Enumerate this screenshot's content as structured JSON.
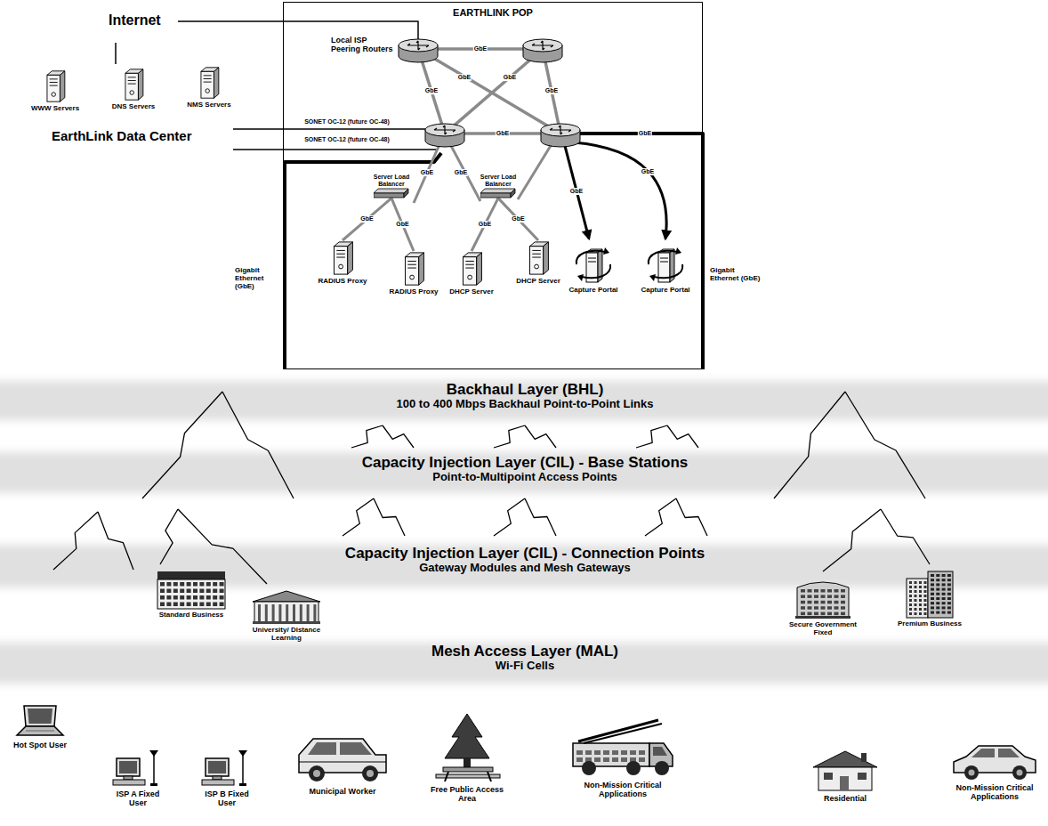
{
  "diagram": {
    "nodes": [
      {
        "text": [
          "EARTHLINK POP"
        ]
      },
      {
        "text": [
          "Server Load Balancer"
        ],
        "in": 0
      },
      {
        "text": [
          "Server Load Balancer"
        ],
        "in": 0
      },
      {
        "text": [
          "RADIUS Proxy"
        ],
        "in": 0
      },
      {
        "text": [
          "RADIUS Proxy"
        ],
        "in": 0
      },
      {
        "text": [
          "DHCP Server"
        ],
        "in": 0
      },
      {
        "text": [
          "DHCP Server"
        ],
        "in": 0
      },
      {
        "text": [
          "Capture Portal"
        ],
        "in": 0
      },
      {
        "text": [
          "Capture Portal"
        ],
        "in": 0
      },
      {
        "text": [
          "WWW Servers"
        ]
      },
      {
        "text": [
          "DNS Servers"
        ]
      },
      {
        "text": [
          "NMS Servers"
        ]
      },
      {
        "text": [
          "Backhaul Layer (BHL)",
          "100 to 400 Mbps Backhaul Point-to-Point Links"
        ]
      },
      {
        "text": [
          "Capacity Injection Layer (CIL) - Base Stations",
          "Point-to-Multipoint Access Points"
        ]
      },
      {
        "text": [
          "Capacity Injection Layer (CIL) - Connection Points",
          "Gateway Modules and Mesh Gateways"
        ]
      },
      {
        "text": [
          "Mesh Access Layer (MAL)",
          "Wi-Fi Cells"
        ]
      },
      {
        "text": [
          "Standard Business"
        ]
      },
      {
        "text": [
          "University/ Distance Learning"
        ]
      },
      {
        "text": [
          "Secure Government Fixed"
        ]
      },
      {
        "text": [
          "Premium Business"
        ]
      },
      {
        "text": [
          "Hot Spot User"
        ]
      },
      {
        "text": [
          "ISP A Fixed User"
        ]
      },
      {
        "text": [
          "ISP B Fixed User"
        ]
      },
      {
        "text": [
          "Municipal Worker"
        ]
      },
      {
        "text": [
          "Free Public Access Area"
        ]
      },
      {
        "text": [
          "Non-Mission Critical Applications"
        ]
      },
      {
        "text": [
          "Residential"
        ]
      },
      {
        "text": [
          "Non-Mission Critical Applications"
        ]
      }
    ],
    "edges": [
      {
        "from": 1,
        "to": 3,
        "arrow": "none",
        "label": "GbE"
      },
      {
        "from": 1,
        "to": 4,
        "arrow": "none",
        "label": "GbE"
      },
      {
        "from": 2,
        "to": 5,
        "arrow": "none",
        "label": "GbE"
      },
      {
        "from": 2,
        "to": 6,
        "arrow": "none",
        "label": "GbE"
      }
    ],
    "labels": [
      "Internet",
      "Local ISP Peering Routers",
      "SONET OC-12 (future OC-48)",
      "SONET OC-12 (future OC-48)",
      "EarthLink Data Center",
      "Gigabit Ethernet (GbE)",
      "Gigabit Ethernet (GbE)",
      "GbE",
      "GbE",
      "GbE",
      "GbE",
      "GbE",
      "GbE",
      "GbE",
      "GbE",
      "GbE",
      "GbE",
      "GbE"
    ]
  }
}
